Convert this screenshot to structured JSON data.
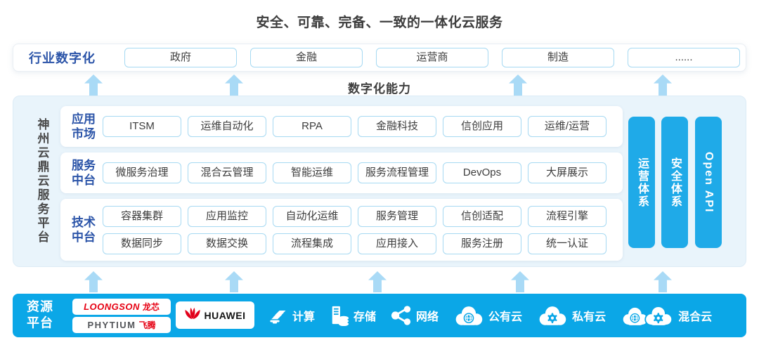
{
  "title": "安全、可靠、完备、一致的一体化云服务",
  "industry_row": {
    "label": "行业数字化",
    "items": [
      "政府",
      "金融",
      "运营商",
      "制造",
      "......"
    ]
  },
  "capability_label": "数字化能力",
  "platform": {
    "side_label": "神州云鼎云服务平台",
    "rows": [
      {
        "label": "应用市场",
        "items": [
          "ITSM",
          "运维自动化",
          "RPA",
          "金融科技",
          "信创应用",
          "运维/运营"
        ]
      },
      {
        "label": "服务中台",
        "items": [
          "微服务治理",
          "混合云管理",
          "智能运维",
          "服务流程管理",
          "DevOps",
          "大屏展示"
        ]
      },
      {
        "label": "技术中台",
        "items": [
          "容器集群",
          "应用监控",
          "自动化运维",
          "服务管理",
          "信创适配",
          "流程引擎",
          "数据同步",
          "数据交换",
          "流程集成",
          "应用接入",
          "服务注册",
          "统一认证"
        ]
      }
    ],
    "pillars": [
      {
        "label": "运营体系"
      },
      {
        "label": "安全体系"
      },
      {
        "label": "Open API"
      }
    ]
  },
  "resources": {
    "label": "资源平台",
    "vendors": {
      "loongson": {
        "en": "LOONGSON",
        "zh": "龙芯"
      },
      "phytium": {
        "en": "PHYTIUM",
        "zh": "飞腾"
      },
      "huawei": {
        "name": "HUAWEI"
      }
    },
    "items": [
      {
        "label": "计算",
        "icon": "compute-icon"
      },
      {
        "label": "存储",
        "icon": "storage-icon"
      },
      {
        "label": "网络",
        "icon": "network-icon"
      },
      {
        "label": "公有云",
        "icon": "public-cloud-icon"
      },
      {
        "label": "私有云",
        "icon": "private-cloud-icon"
      },
      {
        "label": "混合云",
        "icon": "hybrid-cloud-icon"
      }
    ]
  },
  "colors": {
    "accent_dark_blue": "#2b54a8",
    "pillar_blue": "#1faae8",
    "resource_bar_blue": "#0ba7e7",
    "arrow_blue": "#a9daf6",
    "panel_bg": "#e9f4fb",
    "button_border": "#a6d9f2",
    "logo_red": "#e60012",
    "text_dark": "#3d3d3d"
  }
}
